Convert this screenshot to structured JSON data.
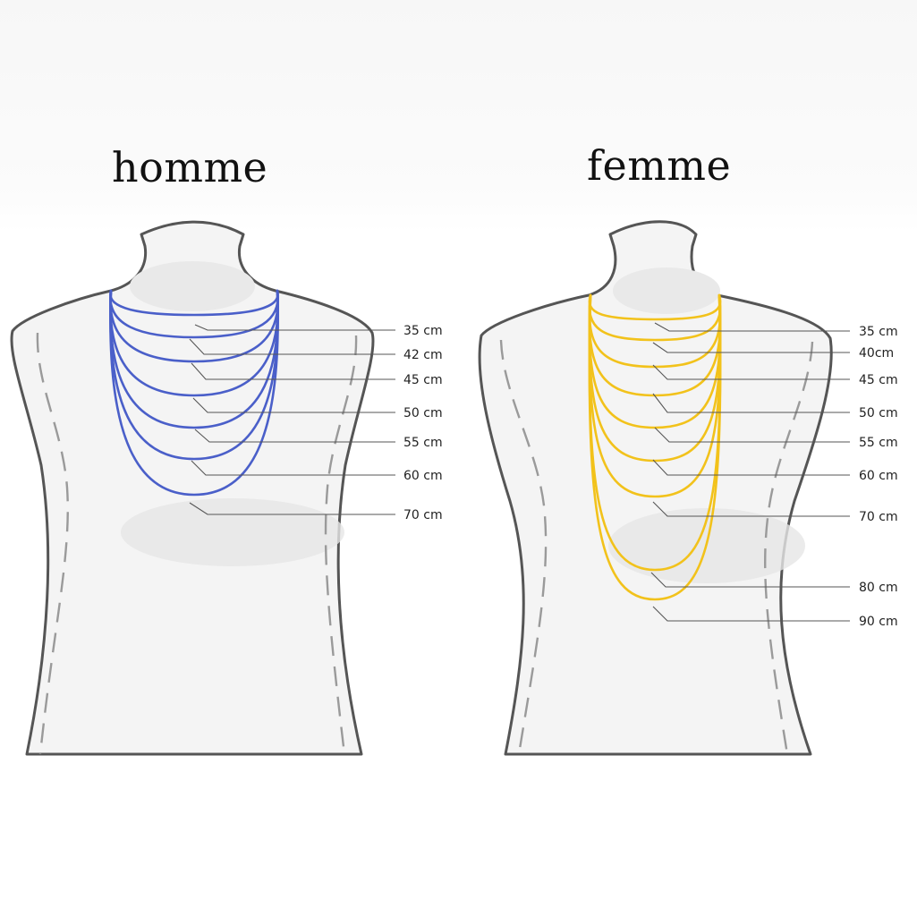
{
  "panels": [
    {
      "title": "homme",
      "chain_color": "#4a5fc9",
      "lengths": [
        "35 cm",
        "42 cm",
        "45 cm",
        "50 cm",
        "55 cm",
        "60 cm",
        "70 cm"
      ]
    },
    {
      "title": "femme",
      "chain_color": "#f2c21b",
      "lengths": [
        "35 cm",
        "40cm",
        "45 cm",
        "50 cm",
        "55 cm",
        "60 cm",
        "70 cm",
        "80 cm",
        "90 cm"
      ]
    }
  ]
}
